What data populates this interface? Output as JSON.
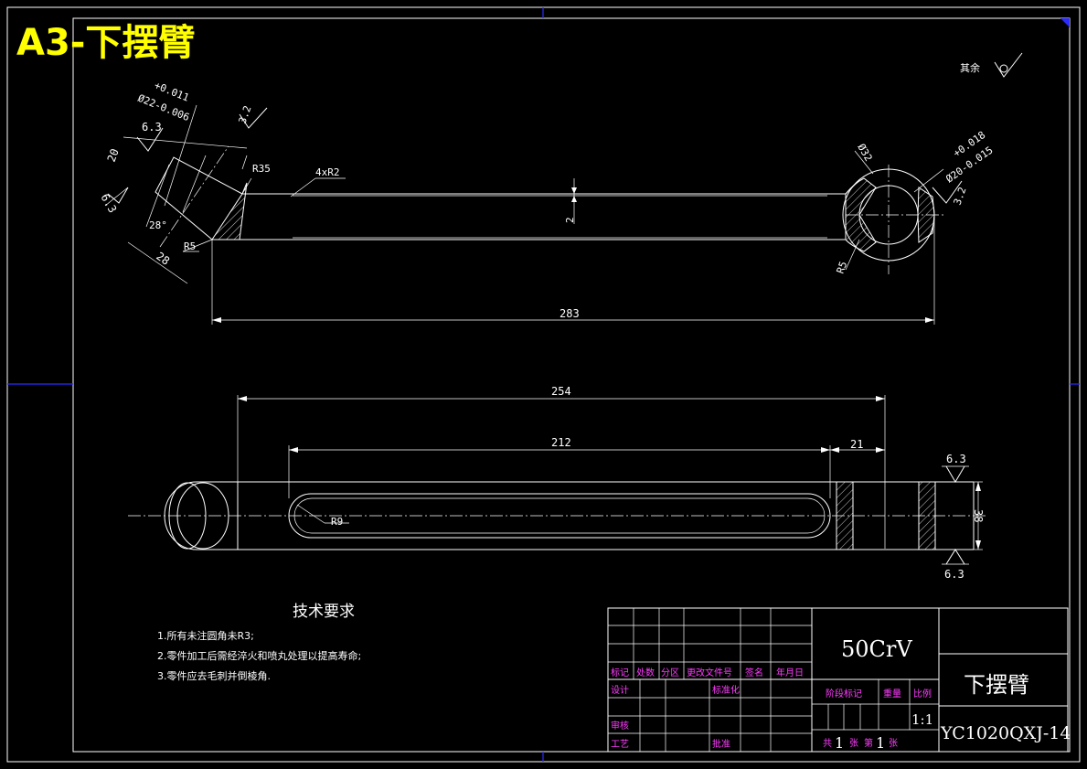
{
  "sheet": {
    "title": "A3-下摆臂",
    "title_color": "#ffff00",
    "frame_color": "#ffffff",
    "mark_color": "#2a2aff",
    "label_color": "#ff3cff",
    "background": "#000000"
  },
  "roughness_other": "其余",
  "top_view": {
    "dim_diameter": "Ø22-0.006",
    "dim_tol_plus": "+0.011",
    "rough_left_top": "3.2",
    "rough_left_mid": "6.3",
    "rough_left_side": "6.3",
    "dim_20": "20",
    "radius_35": "R35",
    "radius_4x": "4xR2",
    "angle_28": "28°",
    "radius_5_left": "R5",
    "dim_28": "28",
    "dim_2": "2",
    "dim_phi32": "Ø32",
    "dim_phi20": "Ø20-0.015",
    "dim_phi20_tol": "+0.018",
    "rough_right": "3.2",
    "radius_5_right": "R5",
    "dim_283": "283"
  },
  "front_view": {
    "dim_254": "254",
    "dim_212": "212",
    "dim_21": "21",
    "radius_9": "R9",
    "rough_top": "6.3",
    "rough_bottom": "6.3",
    "dim_38": "38"
  },
  "tech": {
    "heading": "技术要求",
    "items": [
      "1.所有未注圆角未R3;",
      "2.零件加工后需经淬火和喷丸处理以提高寿命;",
      "3.零件应去毛刺并倒棱角."
    ]
  },
  "title_block": {
    "material": "50CrV",
    "part_name": "下摆臂",
    "drawing_no": "YC1020QXJ-14",
    "col_labels": [
      "标记",
      "处数",
      "分区",
      "更改文件号",
      "签名",
      "年月日"
    ],
    "design": "设计",
    "standardize": "标准化",
    "review": "审核",
    "process": "工艺",
    "approve": "批准",
    "stage_mark": "阶段标记",
    "weight": "重量",
    "scale_label": "比例",
    "scale_value": "1:1",
    "sheets_total_label": "共",
    "sheets_total": "1",
    "sheets_unit": "张",
    "sheet_no_label": "第",
    "sheet_no": "1",
    "sheet_no_unit": "张"
  }
}
